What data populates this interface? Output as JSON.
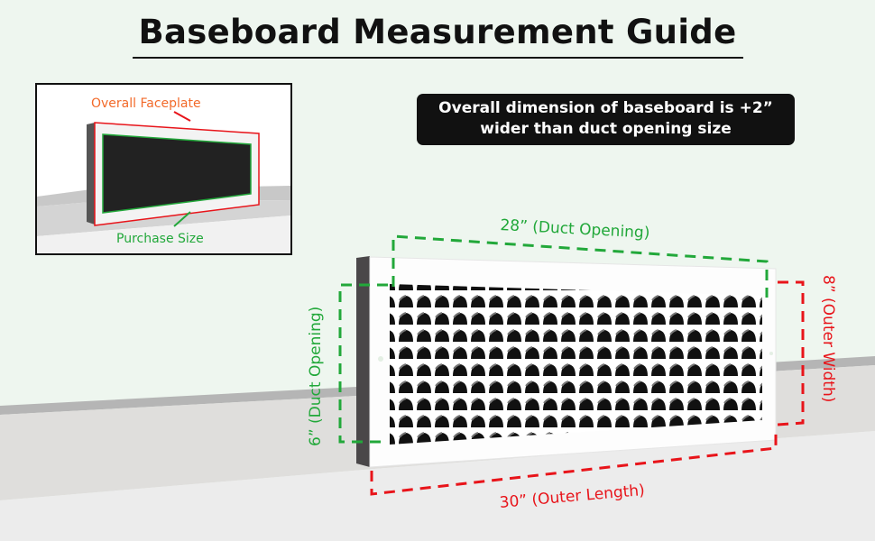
{
  "title": "Baseboard Measurement Guide",
  "inset": {
    "overall_label": "Overall Faceplate",
    "purchase_label": "Purchase Size",
    "overall_color": "#f26a2a",
    "purchase_color": "#22a83a"
  },
  "note": {
    "line1": "Overall dimension of baseboard is +2”",
    "line2": "wider than duct opening size"
  },
  "dimensions": {
    "duct_length": "28” (Duct Opening)",
    "duct_height": "6” (Duct Opening)",
    "outer_width": "8” (Outer Width)",
    "outer_length": "30” (Outer Length)"
  },
  "colors": {
    "duct_green": "#22a83a",
    "outer_red": "#e8141a",
    "wall": "#eef6ef",
    "baseboard": "#dfdedc",
    "floor": "#ececec"
  }
}
